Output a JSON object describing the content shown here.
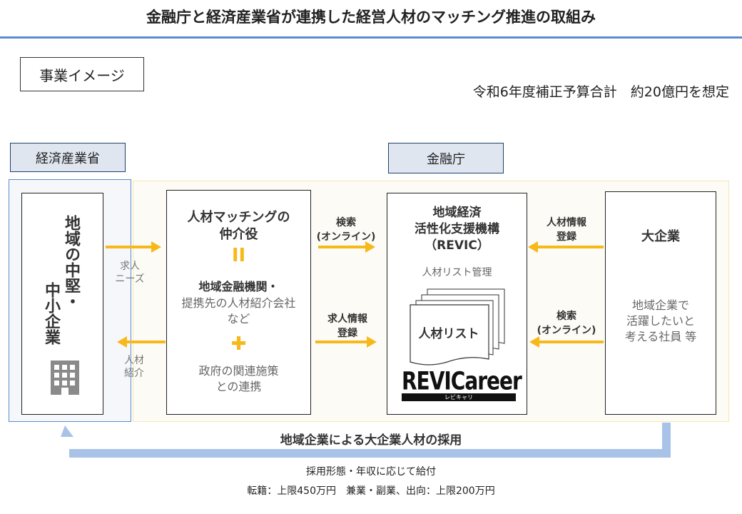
{
  "header": {
    "title": "金融庁と経済産業省が連携した経営人材のマッチング推進の取組み"
  },
  "image_label": "事業イメージ",
  "budget": "令和6年度補正予算合計　約20億円を想定",
  "orgs": {
    "meti": "経済産業省",
    "fsa": "金融庁"
  },
  "sme": {
    "col1": "地域の中堅・",
    "col2": "中小企業",
    "icon": "building-icon"
  },
  "flows": {
    "needs_line1": "求人",
    "needs_line2": "ニーズ",
    "talent_line1": "人材",
    "talent_line2": "紹介",
    "search1_line1": "検索",
    "search1_line2": "(オンライン)",
    "register1_line1": "人材情報",
    "register1_line2": "登録",
    "job_register_line1": "求人情報",
    "job_register_line2": "登録",
    "search2_line1": "検索",
    "search2_line2": "(オンライン)"
  },
  "intermediary": {
    "title_line1": "人材マッチングの",
    "title_line2": "仲介役",
    "equals": "II",
    "sub_title": "地域金融機関・",
    "sub_line1": "提携先の人材紹介会社",
    "sub_line2": "など",
    "plus": "✚",
    "policy_line1": "政府の関連施策",
    "policy_line2": "との連携"
  },
  "revic": {
    "title_line1": "地域経済",
    "title_line2": "活性化支援機構",
    "title_line3": "（REVIC）",
    "desc": "人材リスト管理",
    "list_label": "人材リスト",
    "logo": "REVICareer",
    "logo_sub": "レビキャリ"
  },
  "large": {
    "title": "大企業",
    "desc_line1": "地域企業で",
    "desc_line2": "活躍したいと",
    "desc_line3": "考える社員 等"
  },
  "bottom": {
    "flow_label": "地域企業による大企業人材の採用",
    "note1": "採用形態・年収に応じて給付",
    "note2": "転籍：上限450万円　兼業・副業、出向：上限200万円"
  },
  "colors": {
    "accent_blue": "#5b8bd0",
    "arrow_yellow": "#f7b91a",
    "return_arrow": "#a9c2e8"
  }
}
